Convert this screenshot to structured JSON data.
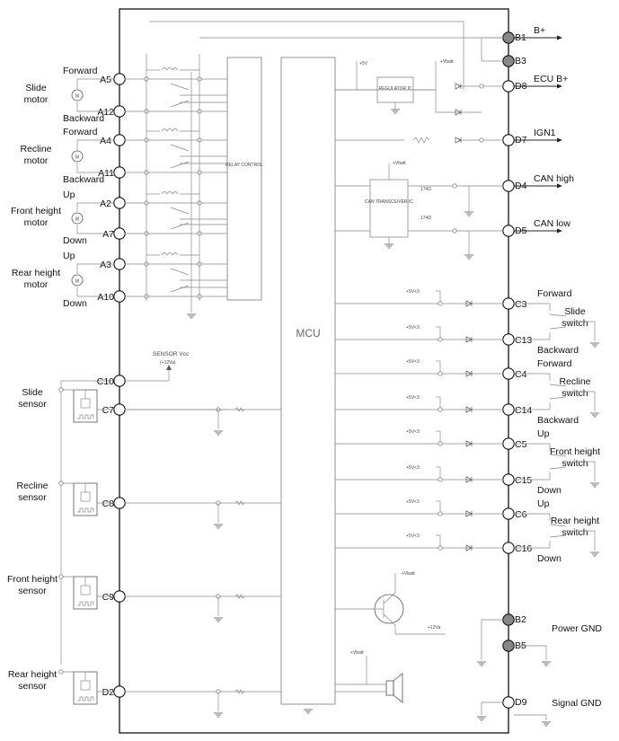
{
  "blocks": {
    "relay_control": "RELAY CONTROL",
    "mcu": "MCU",
    "regulator": "REGULATOR IC",
    "can_transceiver": "CAN TRANSCEIVER IC",
    "sensor_vcc": "SENSOR Vcc",
    "sensor_vcc_sub": "(+12Va)",
    "plus5v": "+5V",
    "vbatt": "+Vbatt",
    "plus12va": "+12Va",
    "r174": "174Ω",
    "r5v": "+5V<3"
  },
  "motors": [
    {
      "name": "Slide motor",
      "fwd_label": "Forward",
      "fwd_pin": "A5",
      "back_label": "Backward",
      "back_pin": "A12"
    },
    {
      "name": "Recline motor",
      "fwd_label": "Forward",
      "fwd_pin": "A4",
      "back_label": "Backward",
      "back_pin": "A11"
    },
    {
      "name": "Front height motor",
      "fwd_label": "Up",
      "fwd_pin": "A2",
      "back_label": "Down",
      "back_pin": "A7"
    },
    {
      "name": "Rear height motor",
      "fwd_label": "Up",
      "fwd_pin": "A3",
      "back_label": "Down",
      "back_pin": "A10"
    }
  ],
  "sensors": [
    {
      "name": "Slide sensor",
      "pin": "C7"
    },
    {
      "name": "Recline sensor",
      "pin": "C8"
    },
    {
      "name": "Front height sensor",
      "pin": "C9"
    },
    {
      "name": "Rear height sensor",
      "pin": "D2"
    }
  ],
  "sensor_vcc_pin": "C10",
  "power_pins": [
    {
      "pin": "B1",
      "label": "B+"
    },
    {
      "pin": "B3",
      "label": ""
    },
    {
      "pin": "D8",
      "label": "ECU B+"
    },
    {
      "pin": "D7",
      "label": "IGN1"
    },
    {
      "pin": "D4",
      "label": "CAN high"
    },
    {
      "pin": "D5",
      "label": "CAN low"
    }
  ],
  "switches": [
    {
      "name": "Slide switch",
      "a_label": "Forward",
      "a_pin": "C3",
      "b_label": "Backward",
      "b_pin": "C13"
    },
    {
      "name": "Recline switch",
      "a_label": "Forward",
      "a_pin": "C4",
      "b_label": "Backward",
      "b_pin": "C14"
    },
    {
      "name": "Front height switch",
      "a_label": "Up",
      "a_pin": "C5",
      "b_label": "Down",
      "b_pin": "C15"
    },
    {
      "name": "Rear height switch",
      "a_label": "Up",
      "a_pin": "C6",
      "b_label": "Down",
      "b_pin": "C16"
    }
  ],
  "ground": {
    "power_pins": [
      "B2",
      "B5"
    ],
    "power_label": "Power GND",
    "signal_pin": "D9",
    "signal_label": "Signal GND"
  }
}
